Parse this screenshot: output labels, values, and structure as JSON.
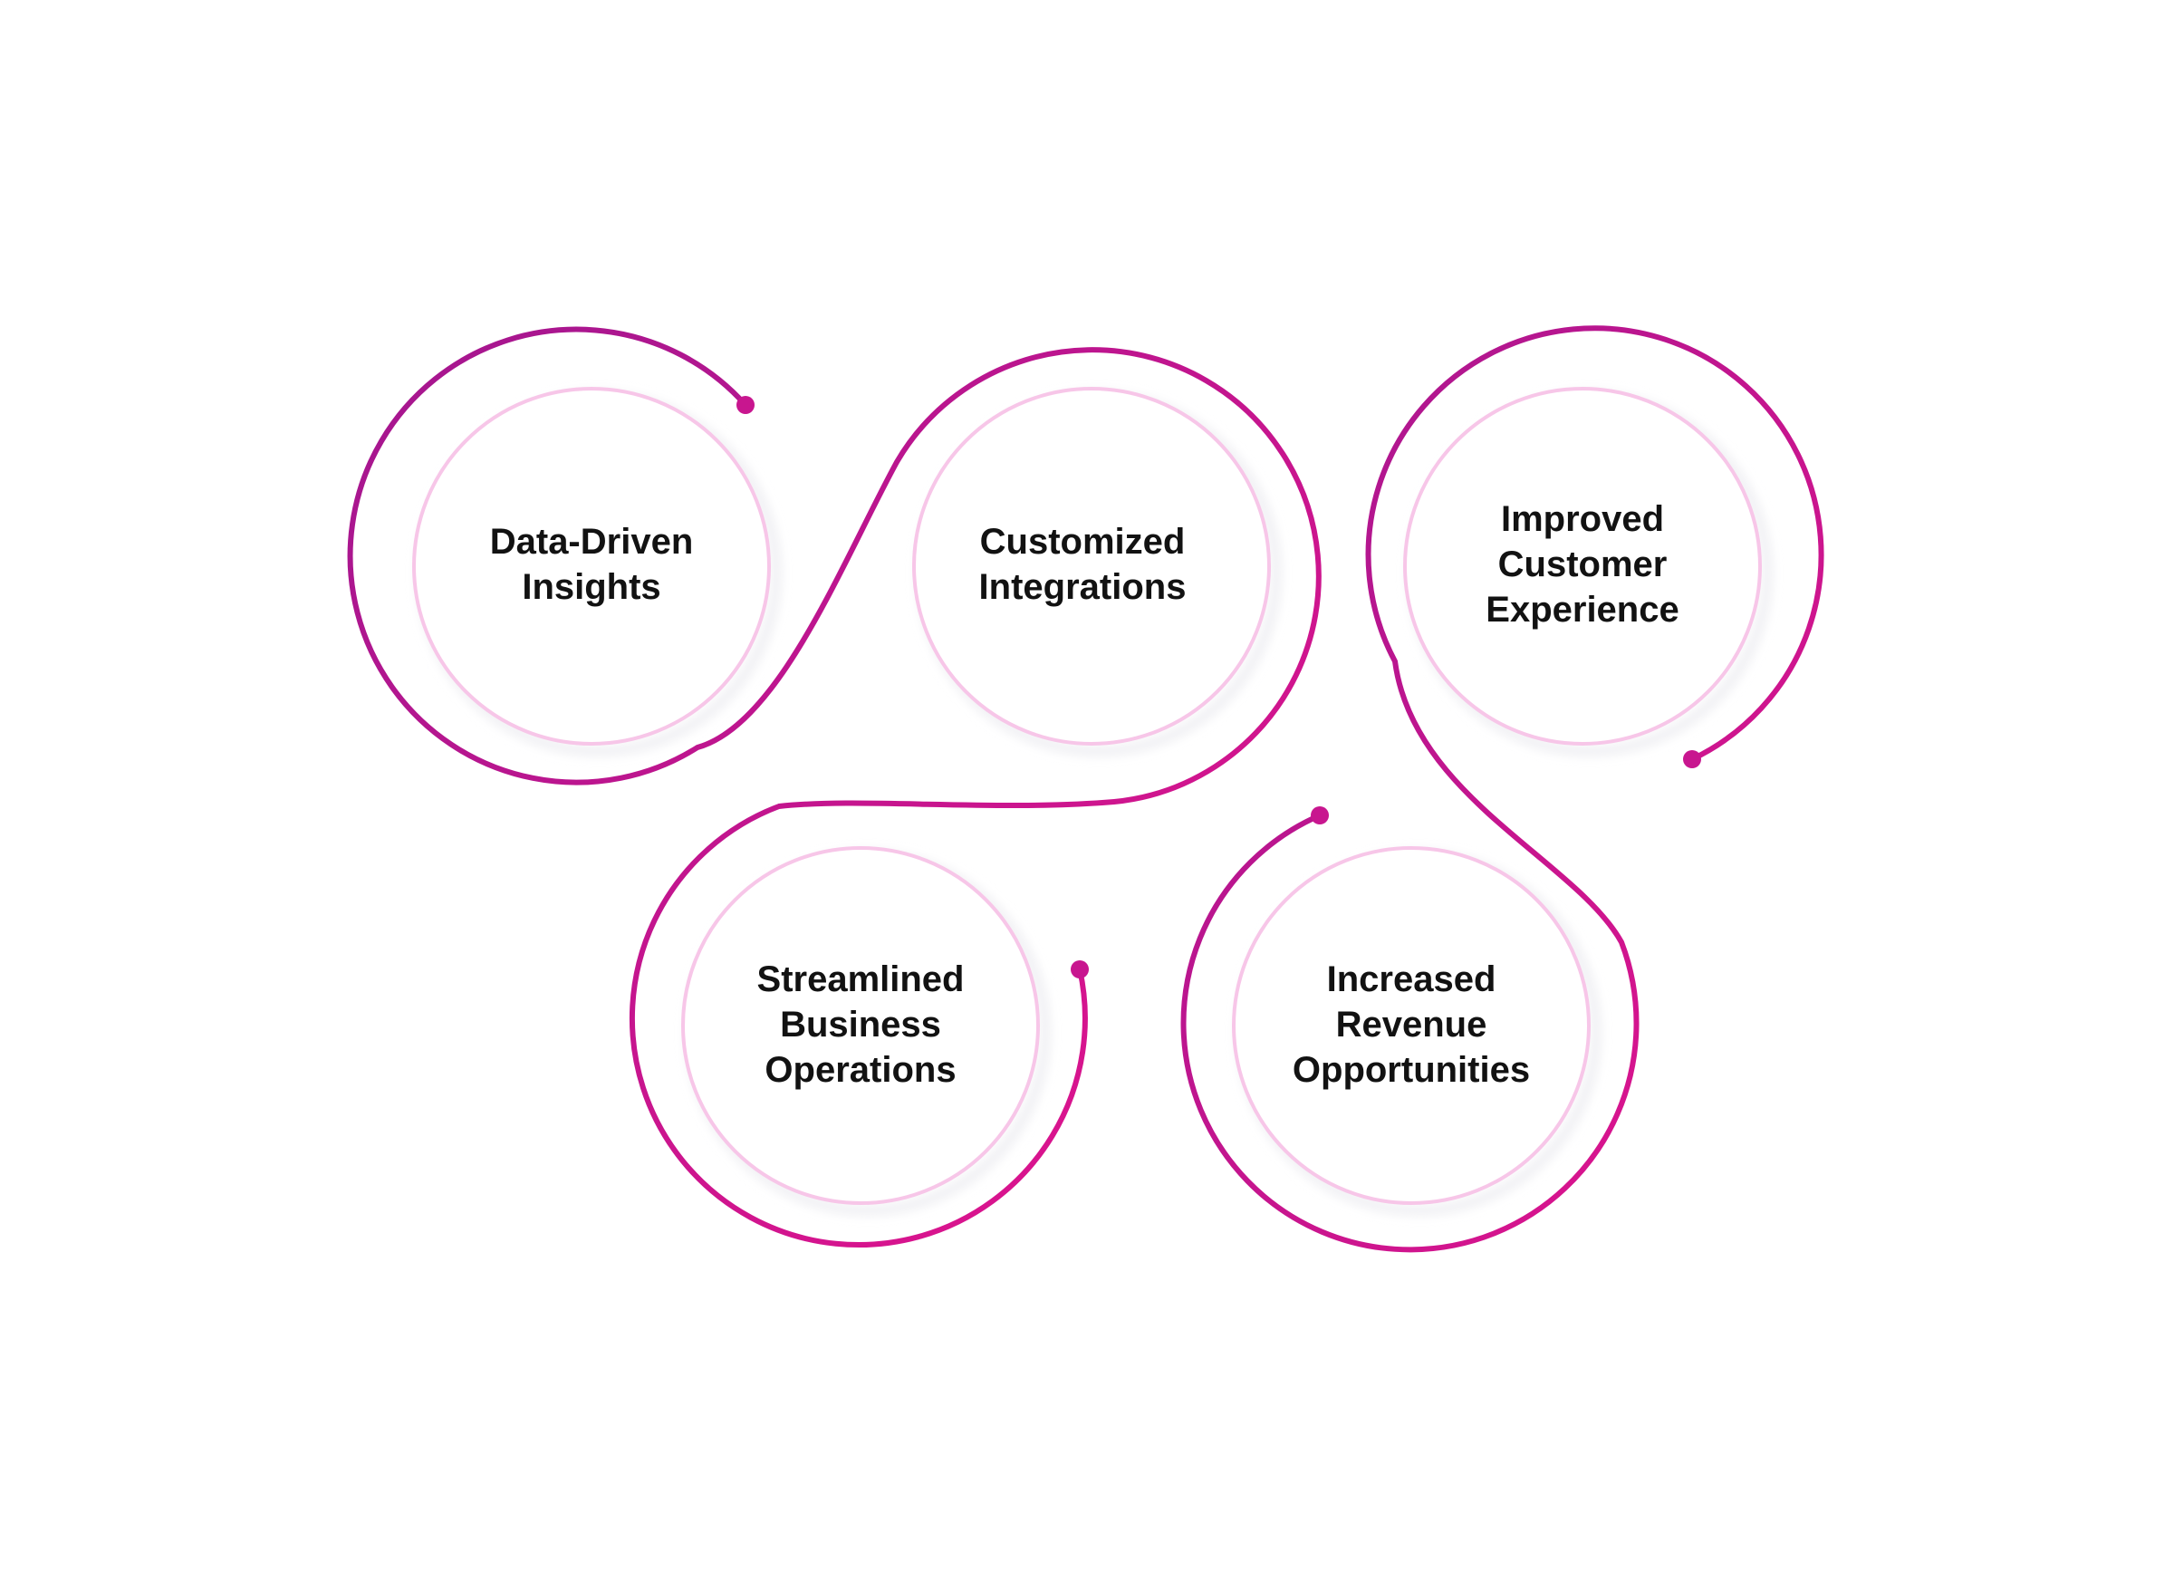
{
  "colors": {
    "path_start": "#a3168f",
    "path_end": "#e5148e",
    "inner_ring": "#f7c6e8",
    "shadow": "#e9e9ee",
    "text": "#121212",
    "dot": "#c8168f"
  },
  "nodes": [
    {
      "id": "data-driven-insights",
      "lines": [
        "Data-Driven",
        "Insights"
      ]
    },
    {
      "id": "customized-integrations",
      "lines": [
        "Customized",
        "Integrations"
      ]
    },
    {
      "id": "improved-customer-experience",
      "lines": [
        "Improved",
        "Customer",
        "Experience"
      ]
    },
    {
      "id": "streamlined-business-operations",
      "lines": [
        "Streamlined",
        "Business",
        "Operations"
      ]
    },
    {
      "id": "increased-revenue-opportunities",
      "lines": [
        "Increased",
        "Revenue",
        "Opportunities"
      ]
    }
  ]
}
